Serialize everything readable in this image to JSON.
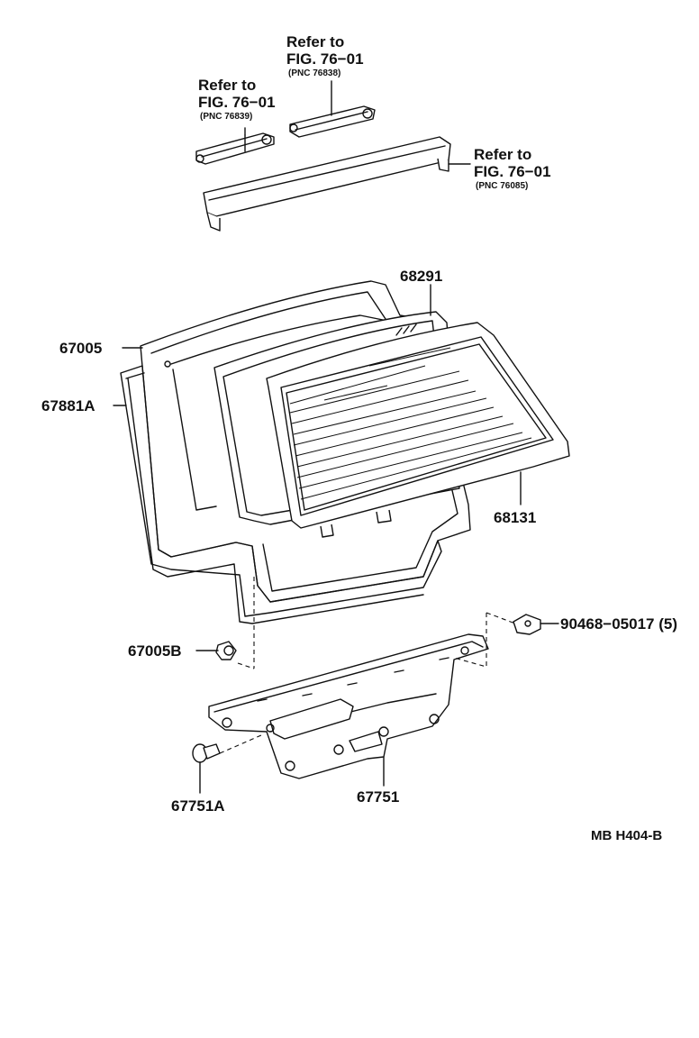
{
  "labels": {
    "ref_76838": {
      "l1": "Refer to",
      "l2": "FIG. 76−01",
      "l3": "(PNC 76838)"
    },
    "ref_76839": {
      "l1": "Refer to",
      "l2": "FIG. 76−01",
      "l3": "(PNC 76839)"
    },
    "ref_76085": {
      "l1": "Refer to",
      "l2": "FIG. 76−01",
      "l3": "(PNC 76085)"
    },
    "p68291": "68291",
    "p67005": "67005",
    "p67881A": "67881A",
    "p68131": "68131",
    "p90468": "90468−05017 (5)",
    "p67005B": "67005B",
    "p67751A": "67751A",
    "p67751": "67751",
    "figure_code": "MB H404-B"
  }
}
